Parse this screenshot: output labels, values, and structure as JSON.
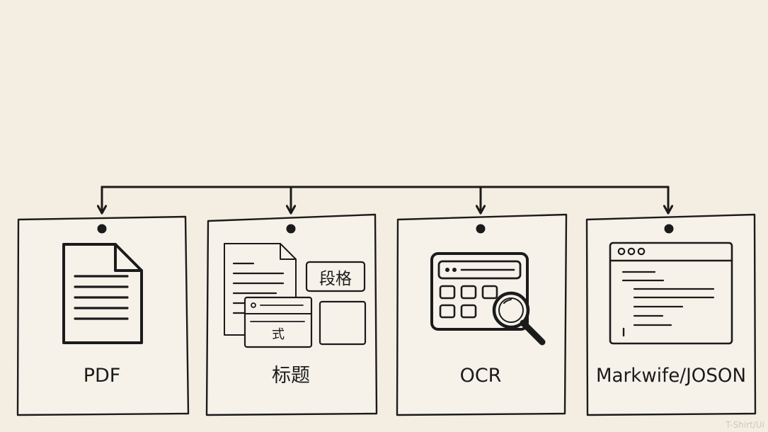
{
  "diagram": {
    "cards": [
      {
        "id": "pdf",
        "label": "PDF",
        "icon": "pdf-document-icon"
      },
      {
        "id": "title",
        "label": "标题",
        "icon": "layout-analysis-icon",
        "icon_texts": {
          "paragraph_tile": "段格",
          "formula_tile": "式"
        }
      },
      {
        "id": "ocr",
        "label": "OCR",
        "icon": "ocr-scan-icon"
      },
      {
        "id": "markdown-json",
        "label": "Markwife/JOSON",
        "icon": "code-window-icon"
      }
    ]
  },
  "watermark": "T-Shirt/Ui",
  "colors": {
    "background": "#f4eee2",
    "card": "#f6f2ea",
    "ink": "#1b1b1b"
  }
}
